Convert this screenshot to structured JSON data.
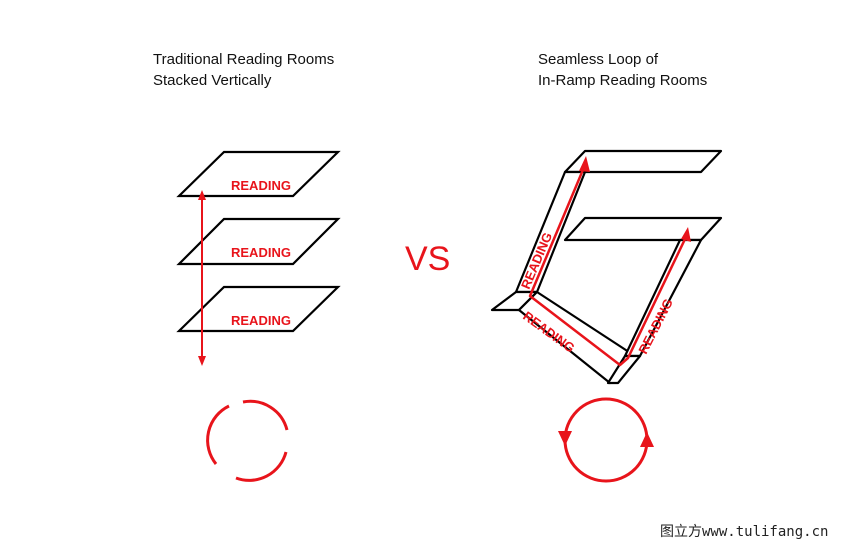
{
  "left": {
    "title_line1": "Traditional Reading Rooms",
    "title_line2": "Stacked Vertically",
    "floor_labels": [
      "READING",
      "READING",
      "READING"
    ]
  },
  "vs_label": "VS",
  "right": {
    "title_line1": "Seamless Loop of",
    "title_line2": "In-Ramp Reading Rooms",
    "ramp_labels": [
      "READING",
      "READING",
      "READING"
    ]
  },
  "watermark": "图立方www.tulifang.cn",
  "colors": {
    "accent": "#e8141b",
    "ink": "#000000"
  }
}
